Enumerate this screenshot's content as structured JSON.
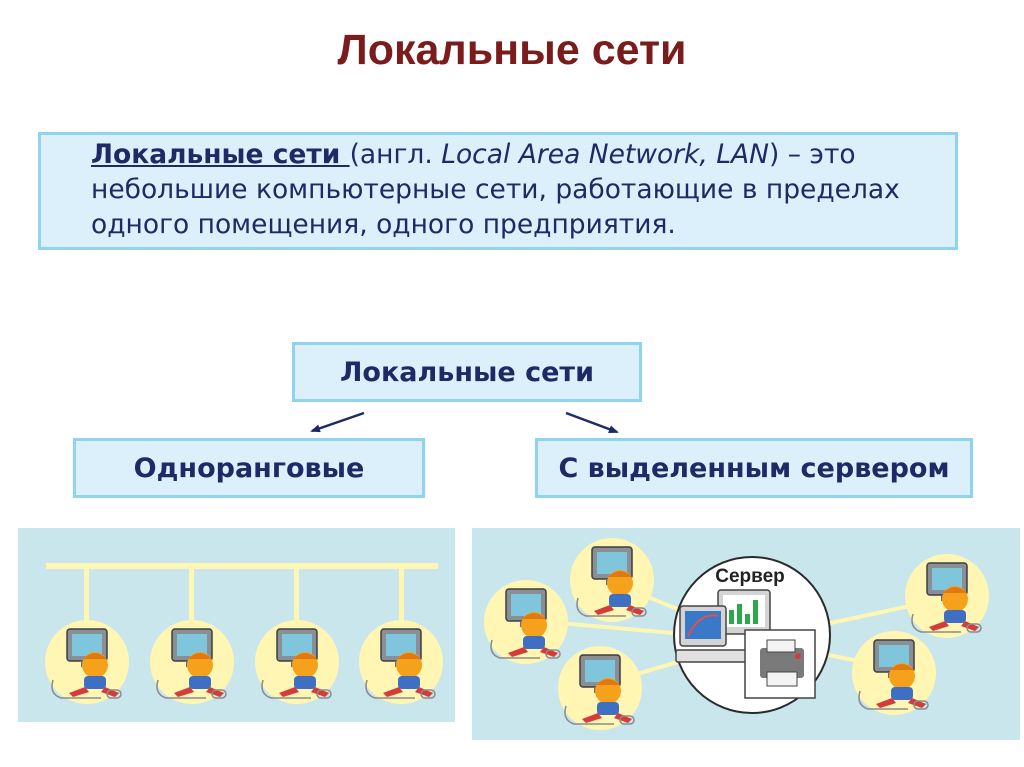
{
  "title": "Локальные сети",
  "definition": {
    "term": "Локальные сети ",
    "lead": " (англ. ",
    "english": "Local Area Network, LAN",
    "rest": ") – это небольшие компьютерные сети, работающие в пределах одного помещения, одного предприятия."
  },
  "diagram": {
    "root": "Локальные сети",
    "left_branch": "Одноранговые",
    "right_branch": "С выделенным сервером",
    "server_label": "Сервер"
  },
  "colors": {
    "title": "#7a1c1c",
    "text": "#1c2a66",
    "box_fill": "#dcf0fb",
    "box_border": "#8fd3ef",
    "panel_fill": "#c8e6ec",
    "workstation_circle": "#fff6b4"
  },
  "icons": {
    "workstation": "computer-user-icon",
    "server": "server-computer-icon",
    "printer": "printer-icon"
  }
}
